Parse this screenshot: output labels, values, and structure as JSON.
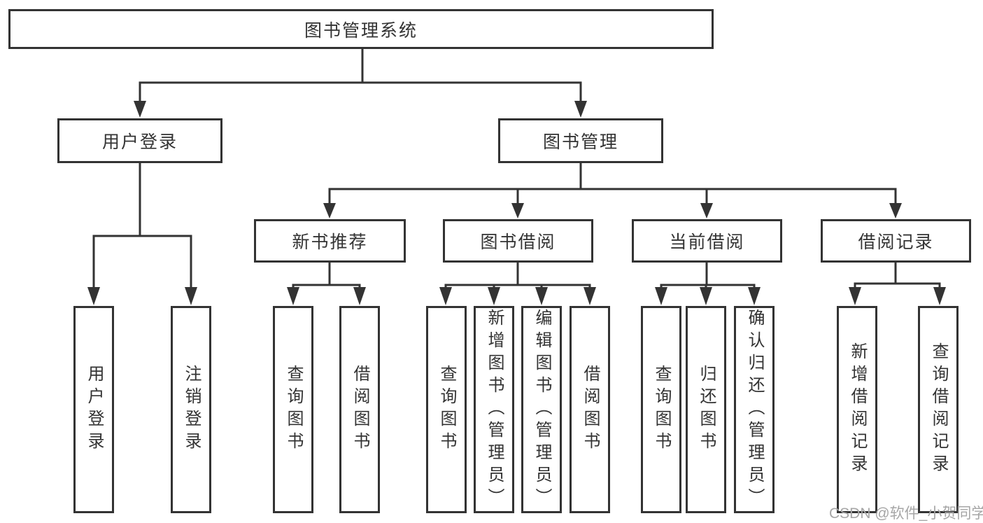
{
  "colors": {
    "line": "#333333",
    "box_bg": "#ffffff",
    "text": "#333333",
    "watermark": "#a6a6a6"
  },
  "diagram": {
    "type": "hierarchy",
    "root": {
      "label": "图书管理系统"
    },
    "level2": [
      {
        "label": "用户登录",
        "children": [
          {
            "label": "用户登录"
          },
          {
            "label": "注销登录"
          }
        ]
      },
      {
        "label": "图书管理",
        "children": [
          {
            "label": "新书推荐",
            "children": [
              {
                "label": "查询图书"
              },
              {
                "label": "借阅图书"
              }
            ]
          },
          {
            "label": "图书借阅",
            "children": [
              {
                "label": "查询图书"
              },
              {
                "label": "新增图书（管理员）"
              },
              {
                "label": "编辑图书（管理员）"
              },
              {
                "label": "借阅图书"
              }
            ]
          },
          {
            "label": "当前借阅",
            "children": [
              {
                "label": "查询图书"
              },
              {
                "label": "归还图书"
              },
              {
                "label": "确认归还（管理员）"
              }
            ]
          },
          {
            "label": "借阅记录",
            "children": [
              {
                "label": "新增借阅记录"
              },
              {
                "label": "查询借阅记录"
              }
            ]
          }
        ]
      }
    ]
  },
  "watermark": {
    "text": "CSDN @软件_小贺同学"
  }
}
